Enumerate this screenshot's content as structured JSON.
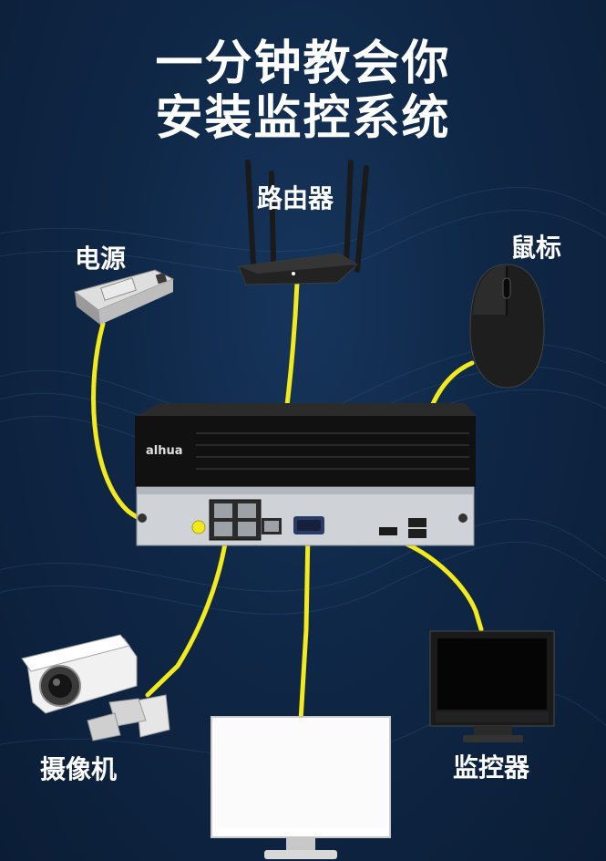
{
  "title": {
    "line1": "一分钟教会你",
    "line2": "安装监控系统"
  },
  "nvr": {
    "brand": "alhua"
  },
  "labels": {
    "router": "路由器",
    "power": "电源",
    "mouse": "鼠标",
    "camera": "摄像机",
    "monitor": "监控器"
  },
  "colors": {
    "cable": "#f2ea1c",
    "background": "#0f2746",
    "text": "#ffffff"
  },
  "icons": [
    "router-icon",
    "power-supply-icon",
    "mouse-icon",
    "nvr-recorder-icon",
    "camera-icon",
    "display-icon",
    "monitor-icon"
  ]
}
